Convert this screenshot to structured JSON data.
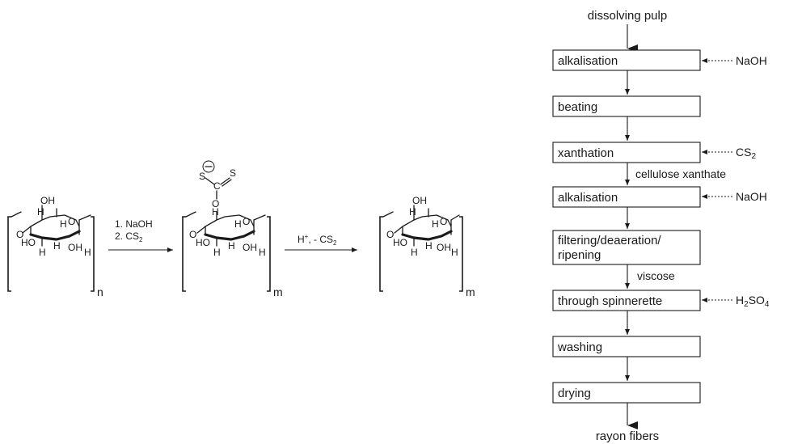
{
  "reaction": {
    "step1": {
      "line1": "1. NaOH",
      "line2_main": "2. CS",
      "line2_sub": "2"
    },
    "step2": {
      "main": "H",
      "sup": "+",
      "rest": ", - CS",
      "sub": "2"
    },
    "repeat_labels": [
      "n",
      "m",
      "m"
    ],
    "atoms": {
      "oh": "OH",
      "ho": "HO",
      "h": "H",
      "o": "O",
      "s": "S",
      "c": "C",
      "minus": "−"
    }
  },
  "flowchart": {
    "input": "dissolving pulp",
    "output": "rayon fibers",
    "steps": [
      "alkalisation",
      "beating",
      "xanthation",
      "alkalisation",
      "filtering/deaeration/",
      "ripening",
      "through spinnerette",
      "washing",
      "drying"
    ],
    "inputs": {
      "naoh_1": "NaOH",
      "cs2_main": "CS",
      "cs2_sub": "2",
      "naoh_2": "NaOH",
      "h2so4_h": "H",
      "h2so4_sub1": "2",
      "h2so4_so": "SO",
      "h2so4_sub2": "4"
    },
    "intermediates": {
      "xanthate": "cellulose xanthate",
      "viscose": "viscose"
    }
  }
}
